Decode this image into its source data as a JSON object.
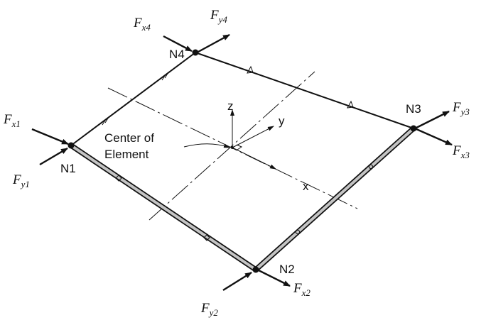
{
  "diagram": {
    "nodes": {
      "n1": "N1",
      "n2": "N2",
      "n3": "N3",
      "n4": "N4"
    },
    "forces": {
      "fx1": {
        "base": "F",
        "sub": "x1"
      },
      "fy1": {
        "base": "F",
        "sub": "y1"
      },
      "fx2": {
        "base": "F",
        "sub": "x2"
      },
      "fy2": {
        "base": "F",
        "sub": "y2"
      },
      "fx3": {
        "base": "F",
        "sub": "x3"
      },
      "fy3": {
        "base": "F",
        "sub": "y3"
      },
      "fx4": {
        "base": "F",
        "sub": "x4"
      },
      "fy4": {
        "base": "F",
        "sub": "y4"
      }
    },
    "axes": {
      "x": "x",
      "y": "y",
      "z": "z"
    },
    "center_label": {
      "line1": "Center of",
      "line2": "Element"
    }
  }
}
